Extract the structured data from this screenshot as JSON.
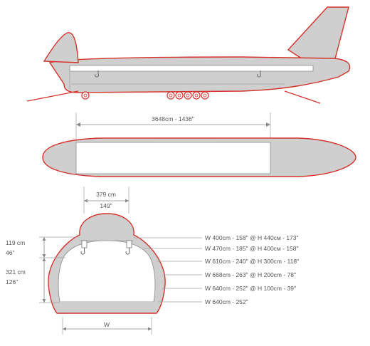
{
  "side_view": {
    "label": "Aircraft side view"
  },
  "top_view": {
    "length_label": "3648cm - 1436\""
  },
  "cross_section": {
    "upper_width_cm": "379 cm",
    "upper_width_in": "149\"",
    "upper_height_cm": "119 cm",
    "upper_height_in": "46\"",
    "lower_height_cm": "321 cm",
    "lower_height_in": "126\"",
    "floor_width_label": "W",
    "profile_labels": [
      "W 400cm - 158\" @ H 440cм - 173\"",
      "W 470cm - 185\" @ H 400cм - 158\"",
      "W 610cm - 240\" @ H 300cm - 118\"",
      "W 668cm - 263\" @ H 200cm - 78\"",
      "W 640cm - 252\" @ H 100cm - 39\"",
      "W 640cm - 252\""
    ]
  },
  "colors": {
    "outline": "#d6322b",
    "fill": "#cfcfcf",
    "dimension": "#8a8a8a"
  }
}
